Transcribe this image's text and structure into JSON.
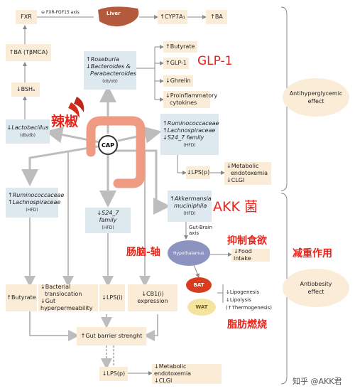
{
  "top": {
    "fxr": "FXR",
    "axis_label": "FXR-FGF15 axis",
    "liver": "Liver",
    "cyp7a1": "↑CYP7A₁",
    "ba": "↑BA",
    "ba_tbmca": "↑BA (TβMCA)",
    "bsh": "↓BSHₐ"
  },
  "microbe_box_1": {
    "line1": "↑Roseburia",
    "line2": "↓Bacteroides &",
    "line3": "Parabacteroides",
    "note": "(ob/ob)"
  },
  "outcomes_top": {
    "butyrate": "↑Butyrate",
    "glp1": "↑GLP-1",
    "ghrelin": "↓Ghrelin",
    "proinflam_line1": "↓Proinflammatory",
    "proinflam_line2": "cytokines"
  },
  "lactobacillus": {
    "line": "↓Lactobacillus",
    "note": "(db/db)"
  },
  "microbe_box_2": {
    "line1": "↑Ruminococcaceae",
    "line2": "↑Lachnospiraceae",
    "line3": "↓S24_7 family",
    "note": "(HFD)"
  },
  "lps_p_1": "↓LPS(p)",
  "metabolic_1": {
    "line1": "↓Metabolic",
    "line2": "endotoxemia",
    "line3": "↓CLGI"
  },
  "microbe_box_3": {
    "line1": "↑Ruminococcaceae",
    "line2": "↑Lachnospiraceae",
    "note": "(HFD)"
  },
  "s24_box": {
    "line": "↓S24_7 family",
    "note": "(HFD)"
  },
  "akk_box": {
    "line1": "↑Akkermansia",
    "line2": "muciniphila",
    "note": "(HFD)"
  },
  "gut_brain": {
    "line1": "Gut-Brain",
    "line2": "axis"
  },
  "hypothalamus": "Hypothalamus",
  "food_intake": "↓Food intake",
  "bat": "BAT",
  "wat": "WAT",
  "lipo": {
    "lipogenesis": "↓Lipogenesis",
    "lipolysis": "↓Lipolysis",
    "thermo": "(↑Thermogenesis)"
  },
  "bottom": {
    "butyrate": "↑Butyrate",
    "bact_line1": "↓Bacterial",
    "bact_line2": "translocation",
    "bact_line3": "↓Gut hyperpermeability",
    "lps_i": "↓LPS(i)",
    "cb1_expr": "↓CB1(i) expression",
    "barrier": "↑Gut barrier strenght",
    "lps_p": "↓LPS(p)",
    "metabolic_line1": "↓Metabolic endotoxemia",
    "metabolic_line2": "↓CLGI"
  },
  "cap": "CAP",
  "side_effects": {
    "antihyper_line1": "Antihyperglycemic",
    "antihyper_line2": "effect",
    "antiobesity_line1": "Antiobesity",
    "antiobesity_line2": "effect"
  },
  "chinese": {
    "lajiao": "辣椒",
    "glp1": "GLP-1",
    "akk": "AKK 菌",
    "yizhi": "抑制食欲",
    "changnao": "肠脑-轴",
    "jianzhong": "减重作用",
    "zhifang": "脂肪燃烧"
  },
  "watermark": "知乎 @AKK君"
}
